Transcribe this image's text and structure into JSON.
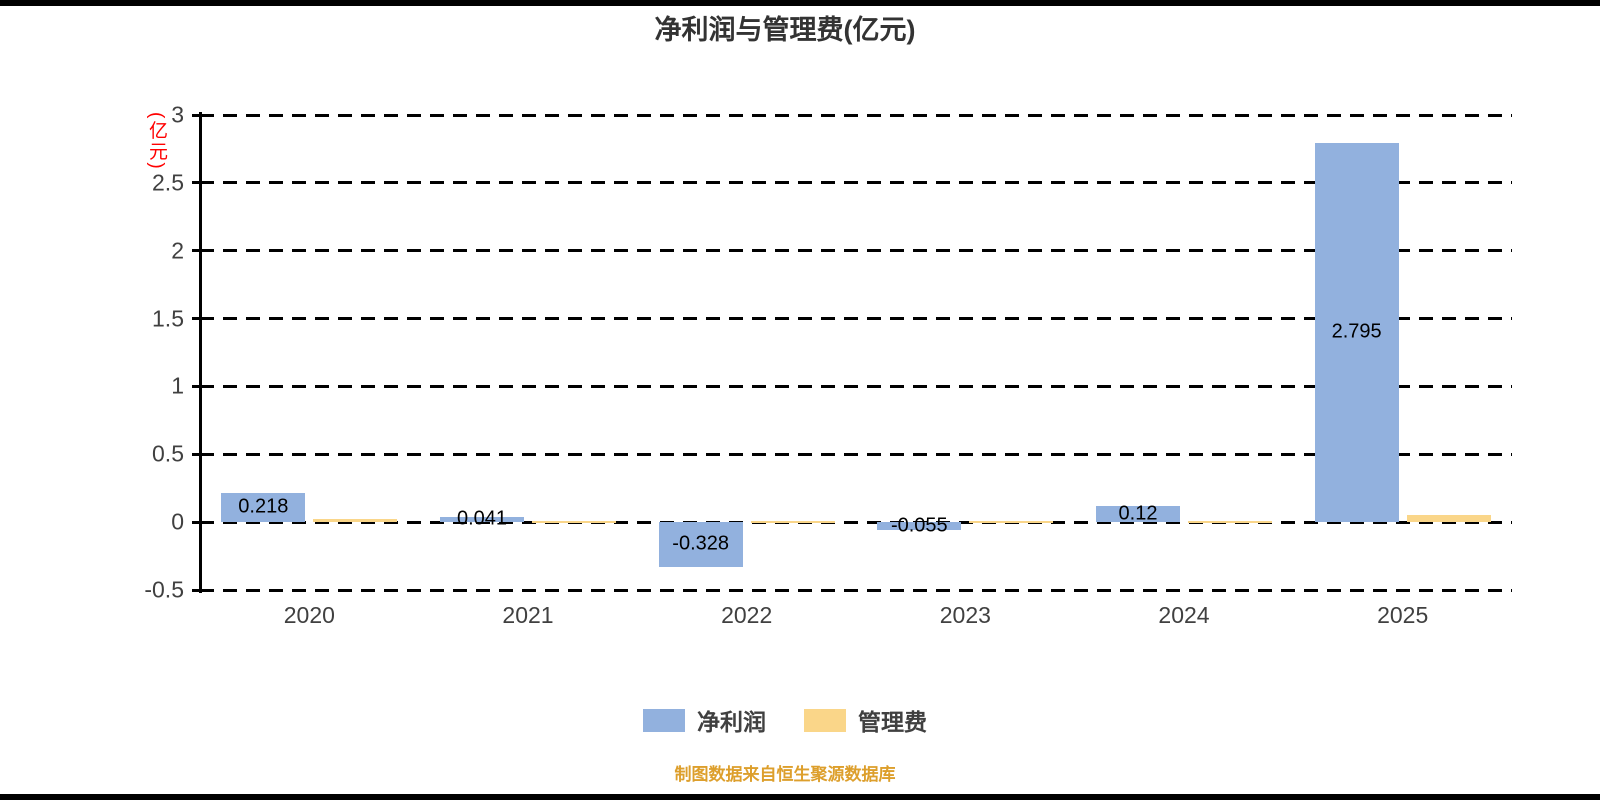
{
  "title": "净利润与管理费(亿元)",
  "y_axis_unit": "(亿元)",
  "source_note": "制图数据来自恒生聚源数据库",
  "legend": [
    {
      "name": "net-profit",
      "label": "净利润",
      "color": "#92B1DE"
    },
    {
      "name": "management-fee",
      "label": "管理费",
      "color": "#FAD689"
    }
  ],
  "chart_data": {
    "type": "bar",
    "title": "净利润与管理费(亿元)",
    "categories": [
      "2020",
      "2021",
      "2022",
      "2023",
      "2024",
      "2025"
    ],
    "series": [
      {
        "name": "净利润",
        "color": "#92B1DE",
        "values": [
          0.218,
          0.041,
          -0.328,
          -0.055,
          0.12,
          2.795
        ],
        "labels": [
          "0.218",
          "0.041",
          "-0.328",
          "-0.055",
          "0.12",
          "2.795"
        ]
      },
      {
        "name": "管理费",
        "color": "#FAD689",
        "values": [
          0.02,
          0.008,
          0.008,
          0.008,
          0.01,
          0.05
        ],
        "labels": [
          "",
          "",
          "",
          "",
          "",
          ""
        ]
      }
    ],
    "ylabel": "(亿元)",
    "ylim": [
      -0.5,
      3
    ],
    "yticks": [
      3,
      2.5,
      2,
      1.5,
      1,
      0.5,
      0,
      -0.5
    ],
    "grid": "dashed-horizontal",
    "legend_position": "bottom"
  }
}
